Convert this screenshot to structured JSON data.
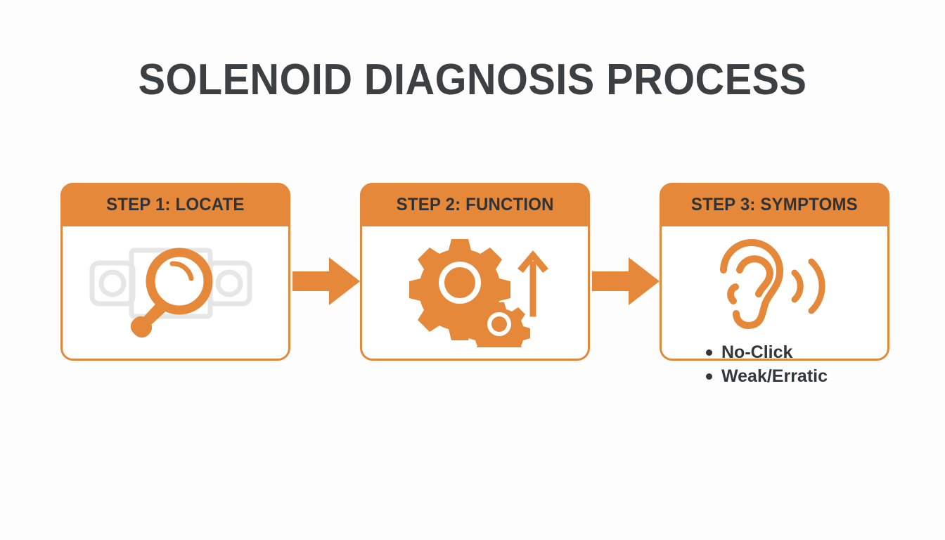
{
  "page": {
    "title": "SOLENOID DIAGNOSIS PROCESS",
    "background_color": "#fdfdfd",
    "accent_color": "#e5883a",
    "text_color": "#3c4043",
    "muted_icon_color": "#e6e6e6"
  },
  "steps": [
    {
      "header": "STEP 1: LOCATE",
      "icon_name": "magnifier-over-solenoid-icon",
      "bullets": []
    },
    {
      "header": "STEP 2: FUNCTION",
      "icon_name": "gears-with-up-arrow-icon",
      "bullets": []
    },
    {
      "header": "STEP 3: SYMPTOMS",
      "icon_name": "ear-listening-icon",
      "bullets": [
        "No-Click",
        "Weak/Erratic"
      ]
    }
  ],
  "connectors": [
    {
      "name": "arrow-step1-to-step2",
      "direction": "right"
    },
    {
      "name": "arrow-step2-to-step3",
      "direction": "right"
    }
  ]
}
